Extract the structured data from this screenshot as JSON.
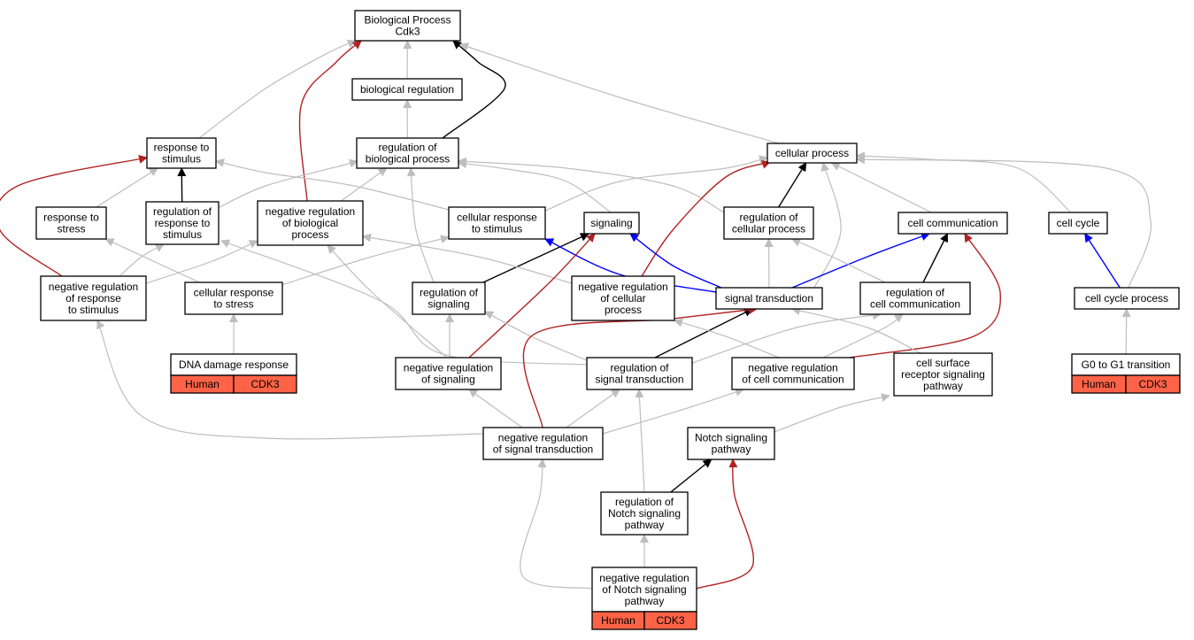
{
  "colors": {
    "is_a": "#bebebe",
    "part_of": "#000000",
    "regulates": "#0000ff",
    "neg_regulates": "#b22222",
    "annotation": "#ff6347"
  },
  "nodes": [
    {
      "id": "bp",
      "lines": [
        "Biological Process",
        "Cdk3"
      ]
    },
    {
      "id": "breg",
      "lines": [
        "biological regulation"
      ]
    },
    {
      "id": "regbp",
      "lines": [
        "regulation of",
        "biological process"
      ]
    },
    {
      "id": "resp",
      "lines": [
        "response to",
        "stimulus"
      ]
    },
    {
      "id": "rstress",
      "lines": [
        "response to",
        "stress"
      ]
    },
    {
      "id": "regresp",
      "lines": [
        "regulation of",
        "response to",
        "stimulus"
      ]
    },
    {
      "id": "negbp",
      "lines": [
        "negative regulation",
        "of biological",
        "process"
      ]
    },
    {
      "id": "cellresp",
      "lines": [
        "cellular response",
        "to stimulus"
      ]
    },
    {
      "id": "signaling",
      "lines": [
        "signaling"
      ]
    },
    {
      "id": "cellproc",
      "lines": [
        "cellular process"
      ]
    },
    {
      "id": "regcell",
      "lines": [
        "regulation of",
        "cellular process"
      ]
    },
    {
      "id": "cellcomm",
      "lines": [
        "cell communication"
      ]
    },
    {
      "id": "cellcycle",
      "lines": [
        "cell cycle"
      ]
    },
    {
      "id": "negresp",
      "lines": [
        "negative regulation",
        "of response",
        "to stimulus"
      ]
    },
    {
      "id": "cellrstress",
      "lines": [
        "cellular response",
        "to stress"
      ]
    },
    {
      "id": "regsig",
      "lines": [
        "regulation of",
        "signaling"
      ]
    },
    {
      "id": "negcell",
      "lines": [
        "negative regulation",
        "of cellular",
        "process"
      ]
    },
    {
      "id": "sigtrans",
      "lines": [
        "signal transduction"
      ]
    },
    {
      "id": "regcomm",
      "lines": [
        "regulation of",
        "cell communication"
      ]
    },
    {
      "id": "ccproc",
      "lines": [
        "cell cycle process"
      ]
    },
    {
      "id": "dna",
      "lines": [
        "DNA damage response"
      ],
      "annotation": [
        "Human",
        "CDK3"
      ]
    },
    {
      "id": "negsig",
      "lines": [
        "negative regulation",
        "of signaling"
      ]
    },
    {
      "id": "regst",
      "lines": [
        "regulation of",
        "signal transduction"
      ]
    },
    {
      "id": "negcomm",
      "lines": [
        "negative regulation",
        "of cell communication"
      ]
    },
    {
      "id": "surface",
      "lines": [
        "cell surface",
        "receptor signaling",
        "pathway"
      ]
    },
    {
      "id": "g0g1",
      "lines": [
        "G0 to G1 transition"
      ],
      "annotation": [
        "Human",
        "CDK3"
      ]
    },
    {
      "id": "negst",
      "lines": [
        "negative regulation",
        "of signal transduction"
      ]
    },
    {
      "id": "notch",
      "lines": [
        "Notch signaling",
        "pathway"
      ]
    },
    {
      "id": "regnotch",
      "lines": [
        "regulation of",
        "Notch signaling",
        "pathway"
      ]
    },
    {
      "id": "negnotch",
      "lines": [
        "negative regulation",
        "of Notch signaling",
        "pathway"
      ],
      "annotation": [
        "Human",
        "CDK3"
      ]
    }
  ],
  "edges": [
    {
      "from": "breg",
      "to": "bp",
      "type": "is_a"
    },
    {
      "from": "regbp",
      "to": "breg",
      "type": "is_a"
    },
    {
      "from": "regbp",
      "to": "bp",
      "type": "part_of"
    },
    {
      "from": "resp",
      "to": "bp",
      "type": "is_a"
    },
    {
      "from": "cellproc",
      "to": "bp",
      "type": "is_a"
    },
    {
      "from": "negbp",
      "to": "bp",
      "type": "neg_regulates"
    },
    {
      "from": "negbp",
      "to": "regbp",
      "type": "is_a"
    },
    {
      "from": "rstress",
      "to": "resp",
      "type": "is_a"
    },
    {
      "from": "regresp",
      "to": "resp",
      "type": "part_of"
    },
    {
      "from": "regresp",
      "to": "regbp",
      "type": "is_a"
    },
    {
      "from": "cellresp",
      "to": "resp",
      "type": "is_a"
    },
    {
      "from": "cellresp",
      "to": "cellproc",
      "type": "is_a"
    },
    {
      "from": "signaling",
      "to": "regbp",
      "type": "is_a"
    },
    {
      "from": "regcell",
      "to": "regbp",
      "type": "is_a"
    },
    {
      "from": "regcell",
      "to": "cellproc",
      "type": "part_of"
    },
    {
      "from": "cellcomm",
      "to": "cellproc",
      "type": "is_a"
    },
    {
      "from": "cellcycle",
      "to": "cellproc",
      "type": "is_a"
    },
    {
      "from": "ccproc",
      "to": "cellproc",
      "type": "is_a"
    },
    {
      "from": "ccproc",
      "to": "cellcycle",
      "type": "regulates"
    },
    {
      "from": "g0g1",
      "to": "ccproc",
      "type": "is_a"
    },
    {
      "from": "negresp",
      "to": "resp",
      "type": "neg_regulates"
    },
    {
      "from": "negresp",
      "to": "regresp",
      "type": "is_a"
    },
    {
      "from": "negresp",
      "to": "negbp",
      "type": "is_a"
    },
    {
      "from": "cellrstress",
      "to": "rstress",
      "type": "is_a"
    },
    {
      "from": "cellrstress",
      "to": "cellresp",
      "type": "is_a"
    },
    {
      "from": "dna",
      "to": "cellrstress",
      "type": "is_a"
    },
    {
      "from": "regsig",
      "to": "regbp",
      "type": "is_a"
    },
    {
      "from": "regsig",
      "to": "signaling",
      "type": "part_of"
    },
    {
      "from": "negcell",
      "to": "negbp",
      "type": "is_a"
    },
    {
      "from": "negcell",
      "to": "cellproc",
      "type": "neg_regulates"
    },
    {
      "from": "sigtrans",
      "to": "cellresp",
      "type": "regulates"
    },
    {
      "from": "sigtrans",
      "to": "signaling",
      "type": "regulates"
    },
    {
      "from": "sigtrans",
      "to": "regcell",
      "type": "is_a"
    },
    {
      "from": "sigtrans",
      "to": "cellproc",
      "type": "is_a"
    },
    {
      "from": "sigtrans",
      "to": "cellcomm",
      "type": "regulates"
    },
    {
      "from": "regcomm",
      "to": "regcell",
      "type": "is_a"
    },
    {
      "from": "regcomm",
      "to": "cellcomm",
      "type": "part_of"
    },
    {
      "from": "negsig",
      "to": "regsig",
      "type": "is_a"
    },
    {
      "from": "negsig",
      "to": "signaling",
      "type": "neg_regulates"
    },
    {
      "from": "negsig",
      "to": "negbp",
      "type": "is_a"
    },
    {
      "from": "regst",
      "to": "regsig",
      "type": "is_a"
    },
    {
      "from": "regst",
      "to": "sigtrans",
      "type": "part_of"
    },
    {
      "from": "regst",
      "to": "regresp",
      "type": "is_a"
    },
    {
      "from": "regst",
      "to": "regcomm",
      "type": "is_a"
    },
    {
      "from": "negcomm",
      "to": "regcomm",
      "type": "is_a"
    },
    {
      "from": "negcomm",
      "to": "negcell",
      "type": "is_a"
    },
    {
      "from": "negcomm",
      "to": "cellcomm",
      "type": "neg_regulates"
    },
    {
      "from": "surface",
      "to": "sigtrans",
      "type": "is_a"
    },
    {
      "from": "negst",
      "to": "regst",
      "type": "is_a"
    },
    {
      "from": "negst",
      "to": "negsig",
      "type": "is_a"
    },
    {
      "from": "negst",
      "to": "negresp",
      "type": "is_a"
    },
    {
      "from": "negst",
      "to": "negcomm",
      "type": "is_a"
    },
    {
      "from": "negst",
      "to": "sigtrans",
      "type": "neg_regulates"
    },
    {
      "from": "notch",
      "to": "surface",
      "type": "is_a"
    },
    {
      "from": "regnotch",
      "to": "notch",
      "type": "part_of"
    },
    {
      "from": "regnotch",
      "to": "regst",
      "type": "is_a"
    },
    {
      "from": "negnotch",
      "to": "regnotch",
      "type": "is_a"
    },
    {
      "from": "negnotch",
      "to": "negst",
      "type": "is_a"
    },
    {
      "from": "negnotch",
      "to": "notch",
      "type": "neg_regulates"
    }
  ]
}
